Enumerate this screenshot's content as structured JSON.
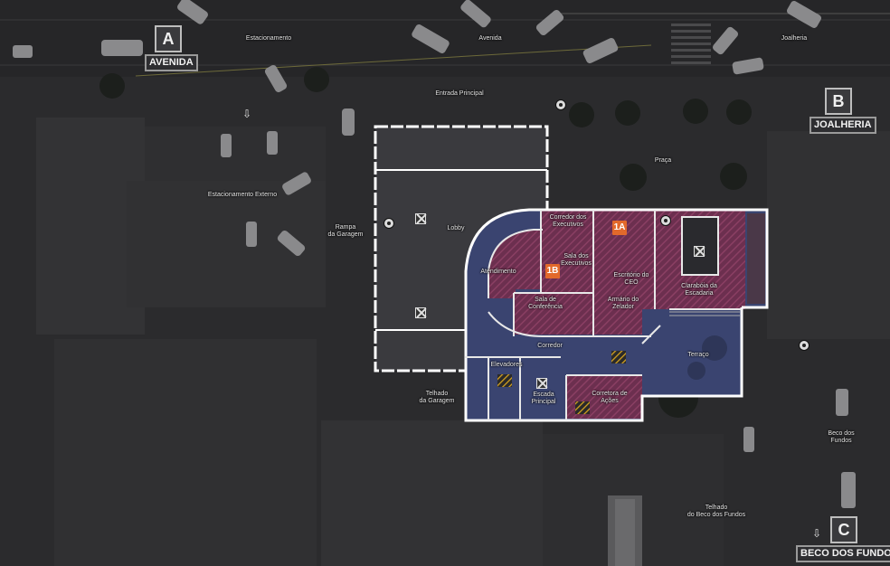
{
  "map": {
    "spawns": [
      {
        "letter": "A",
        "name": "AVENIDA"
      },
      {
        "letter": "B",
        "name": "JOALHERIA"
      },
      {
        "letter": "C",
        "name": "BECO DOS FUNDOS"
      }
    ],
    "sites": [
      {
        "code": "1A"
      },
      {
        "code": "1B"
      }
    ],
    "labels": {
      "estacionamento": "Estacionamento",
      "avenida": "Avenida",
      "joalheria": "Joalheria",
      "entrada_principal": "Entrada Principal",
      "praca": "Praça",
      "estacionamento_externo": "Estacionamento Externo",
      "rampa_garagem": "Rampa\nda Garagem",
      "lobby": "Lobby",
      "corredor_executivos": "Corredor dos\nExecutivos",
      "sala_executivos": "Sala dos\nExecutivos",
      "escritorio_ceo": "Escritório do\nCEO",
      "claraboia_escadaria": "Clarabóia da\nEscadaria",
      "atendimento": "Atendimento",
      "sala_conferencia": "Sala de\nConferência",
      "armario_zelador": "Armário do\nZelador",
      "corredor": "Corredor",
      "terraco": "Terraço",
      "elevadores": "Elevadores",
      "escada_principal": "Escada\nPrincipal",
      "corretora_acoes": "Corretora de\nAções",
      "telhado_garagem": "Telhado\nda Garagem",
      "beco_fundos": "Beco dos Fundos",
      "telhado_beco": "Telhado\ndo Beco dos Fundos"
    },
    "icons": [
      "hatch-icon",
      "camera-icon",
      "spawn-arrow-icon"
    ],
    "colors": {
      "objective_room": "#7a3556",
      "floor": "#3a4470",
      "wall": "#ffffff",
      "site_marker": "#e2692b",
      "ground": "#2b2b2d"
    }
  }
}
